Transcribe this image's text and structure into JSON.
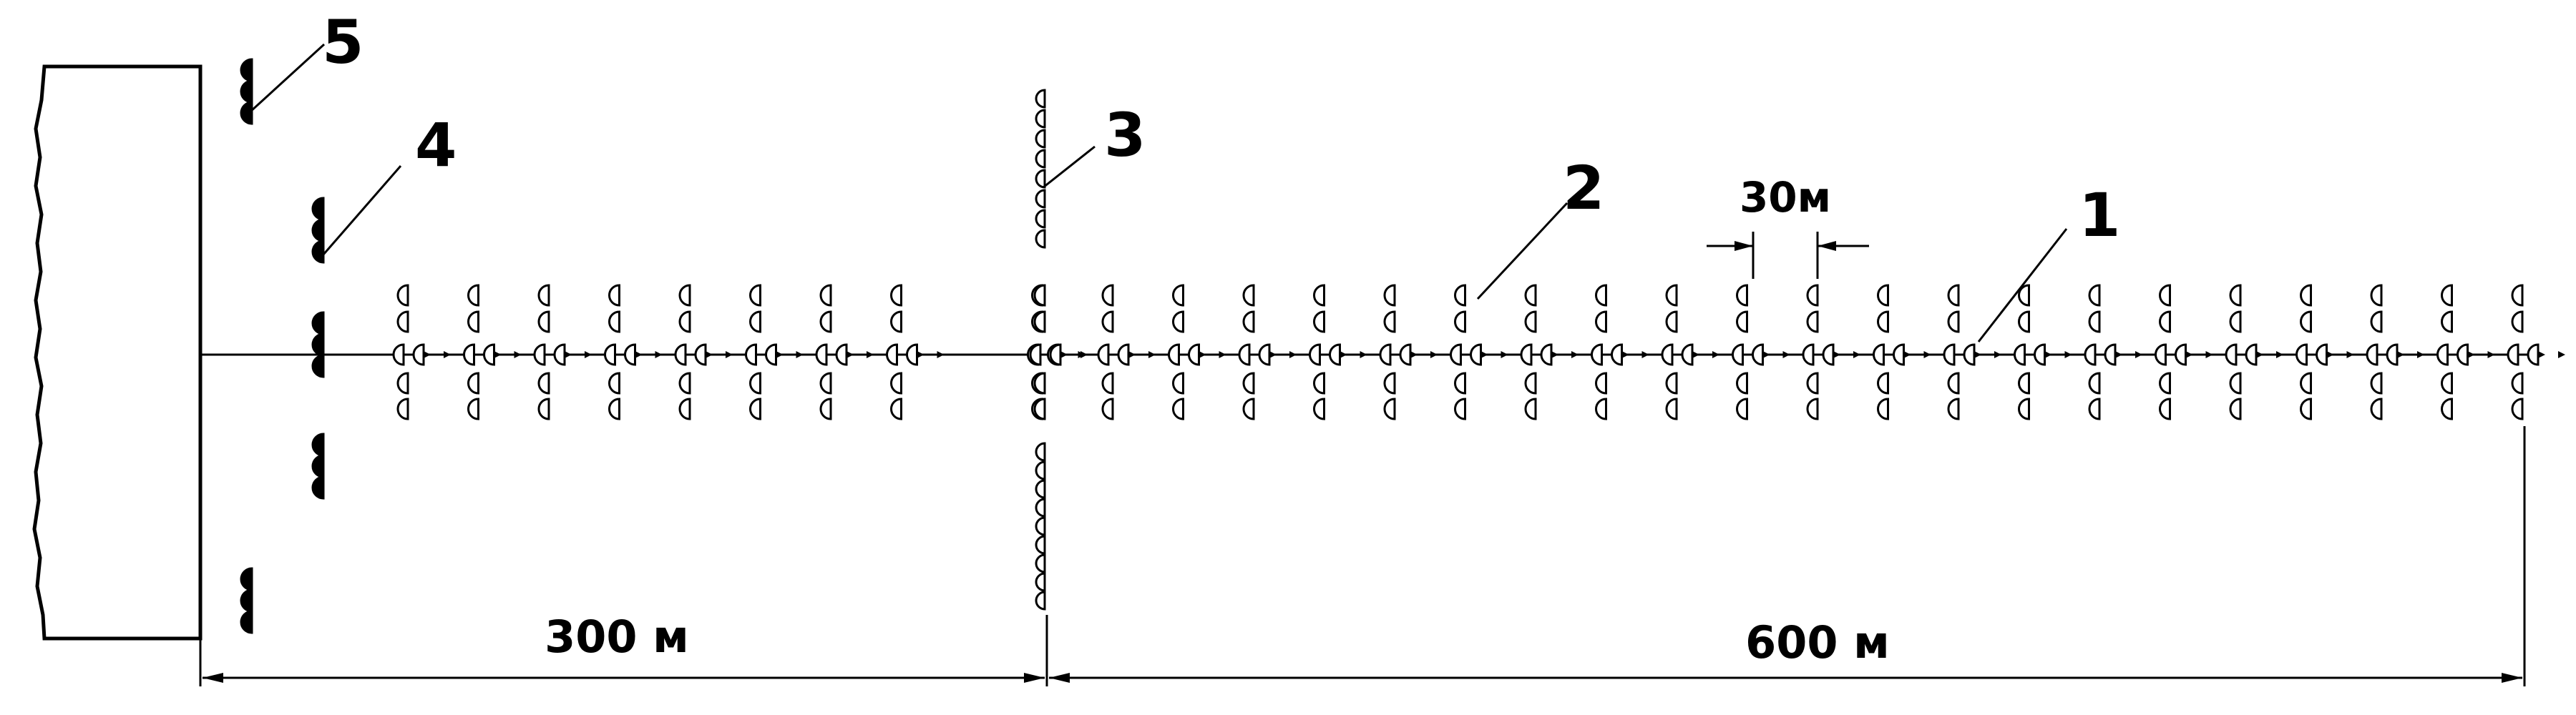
{
  "labels": {
    "l1": "1",
    "l2": "2",
    "l3": "3",
    "l4": "4",
    "l5": "5"
  },
  "dimensions": {
    "left": "300 м",
    "right": "600 м",
    "spacing": "30м"
  },
  "colors": {
    "ink": "#000000",
    "paper": "#ffffff"
  }
}
